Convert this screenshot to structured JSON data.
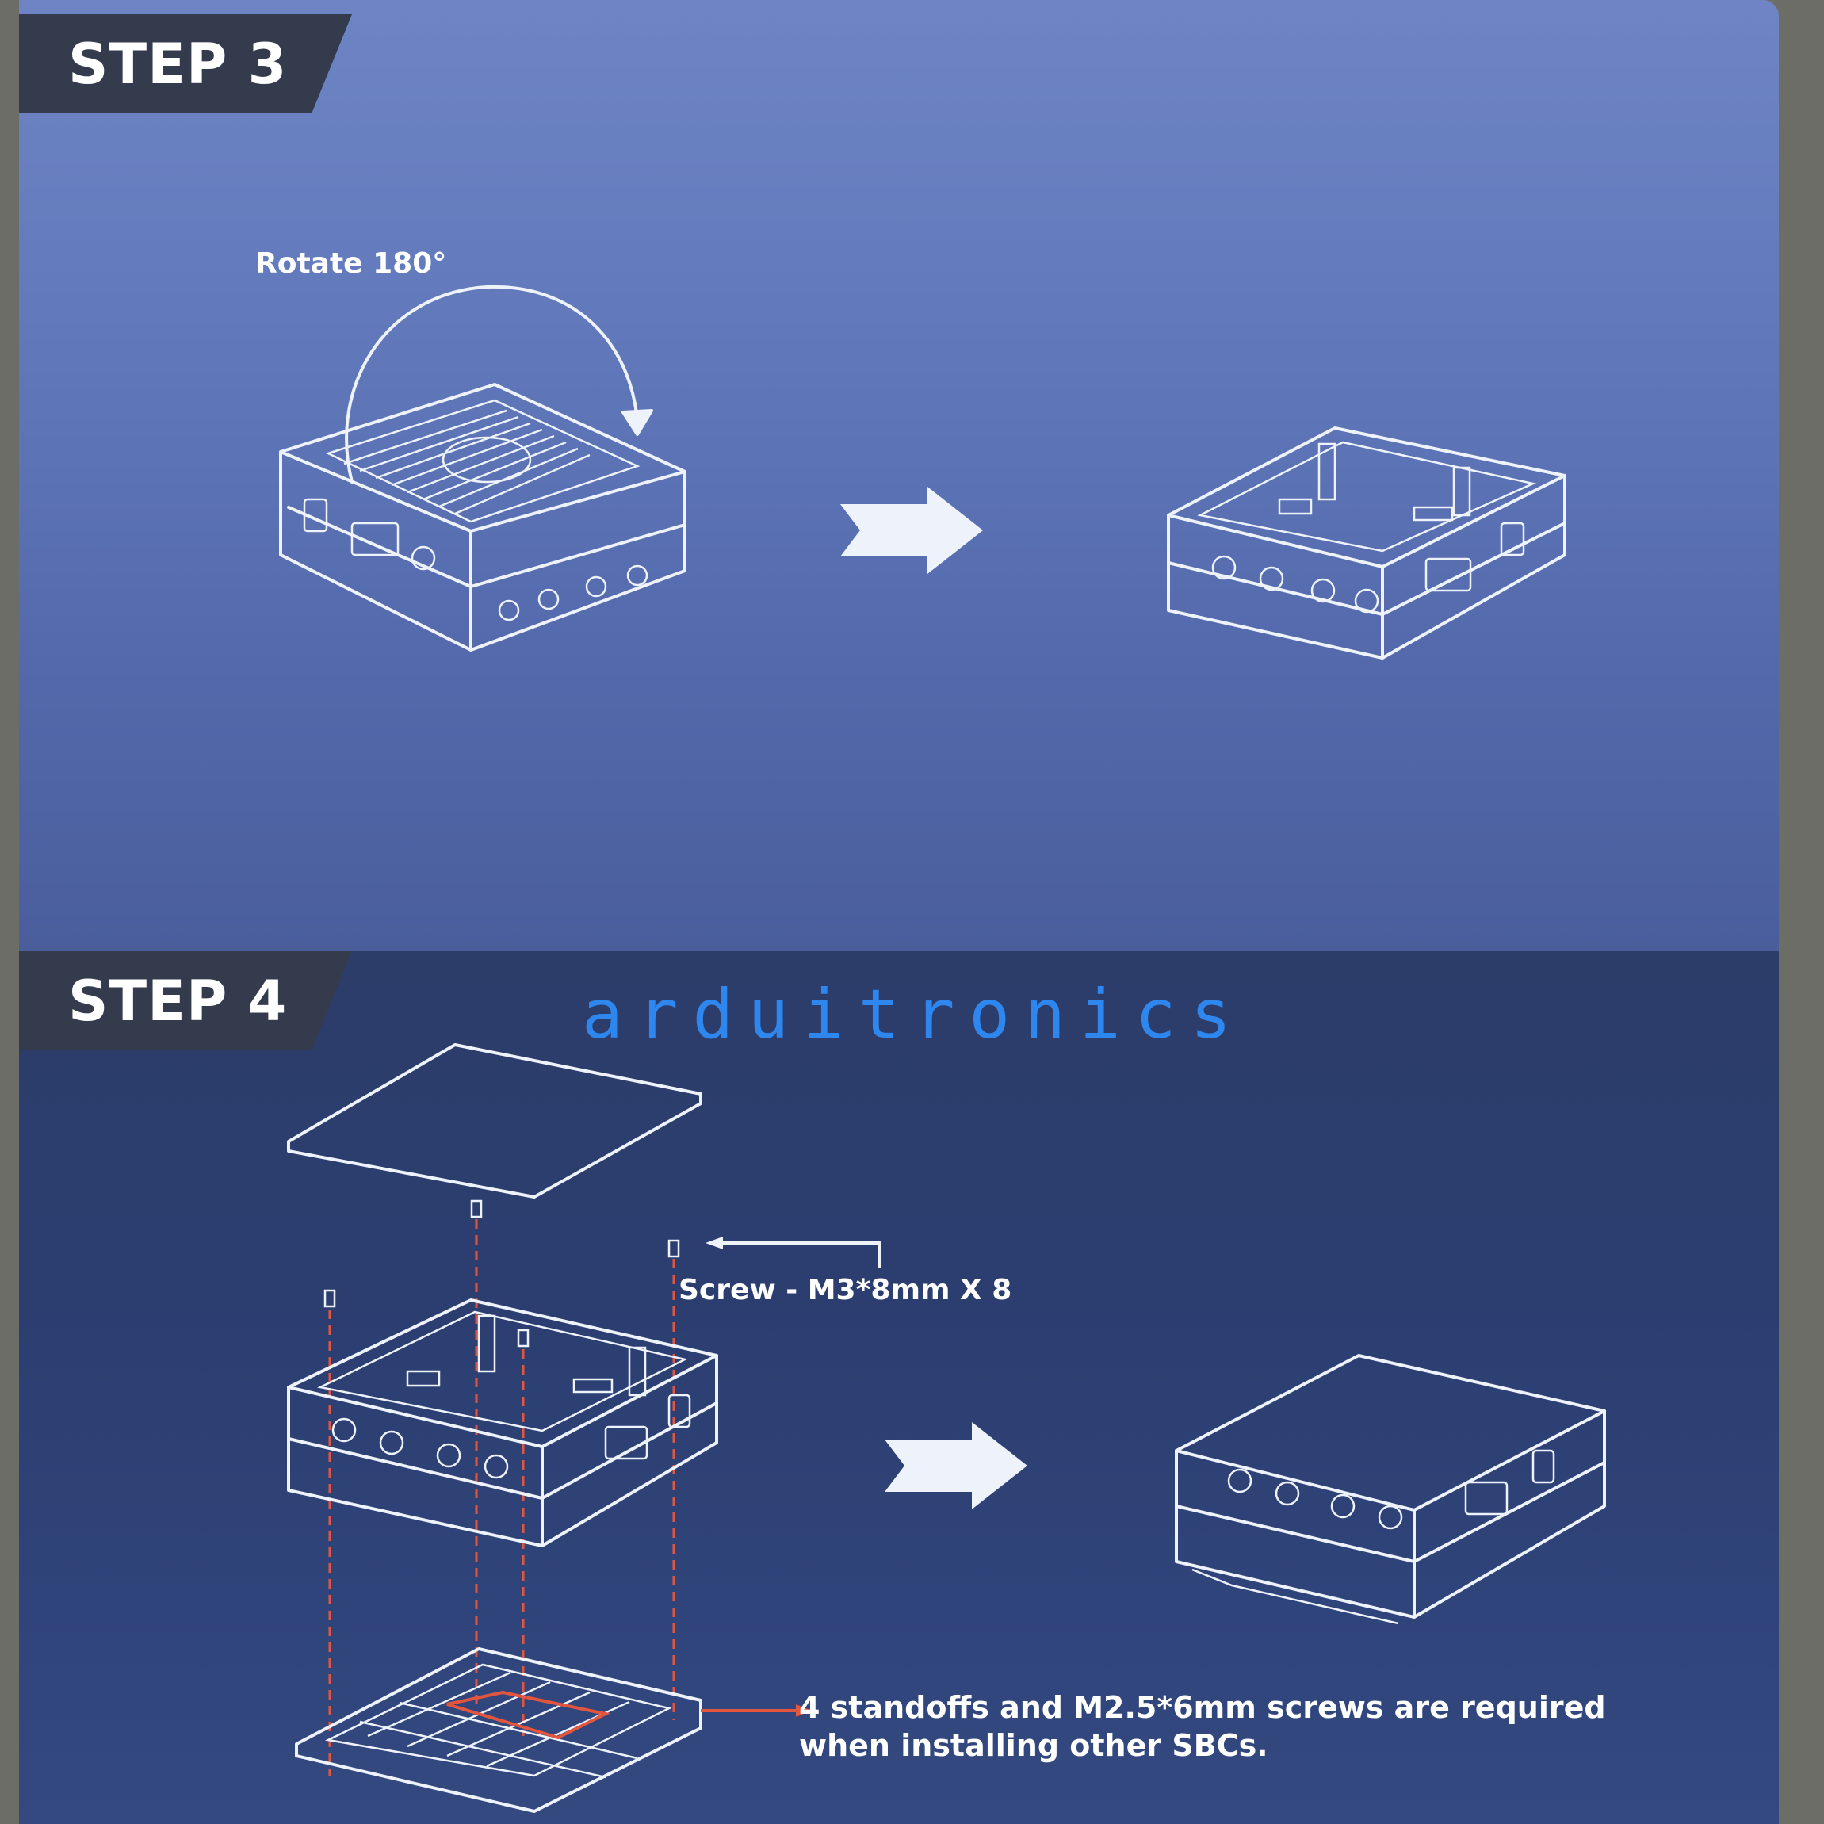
{
  "step3": {
    "title": "STEP 3",
    "rotate_label": "Rotate 180°"
  },
  "step4": {
    "title": "STEP 4",
    "screw_label": "Screw - M3*8mm  X 8",
    "note_line1": "4 standoffs and M2.5*6mm screws are required",
    "note_line2": "when installing other SBCs."
  },
  "watermark": "arduitronics",
  "colors": {
    "step3_bg": "#6179bb",
    "step4_bg": "#2c3e70",
    "tab_bg": "#343b4d",
    "line_art": "#eef2fa",
    "guide_red": "#e2553e",
    "watermark": "#2f8cf7"
  }
}
